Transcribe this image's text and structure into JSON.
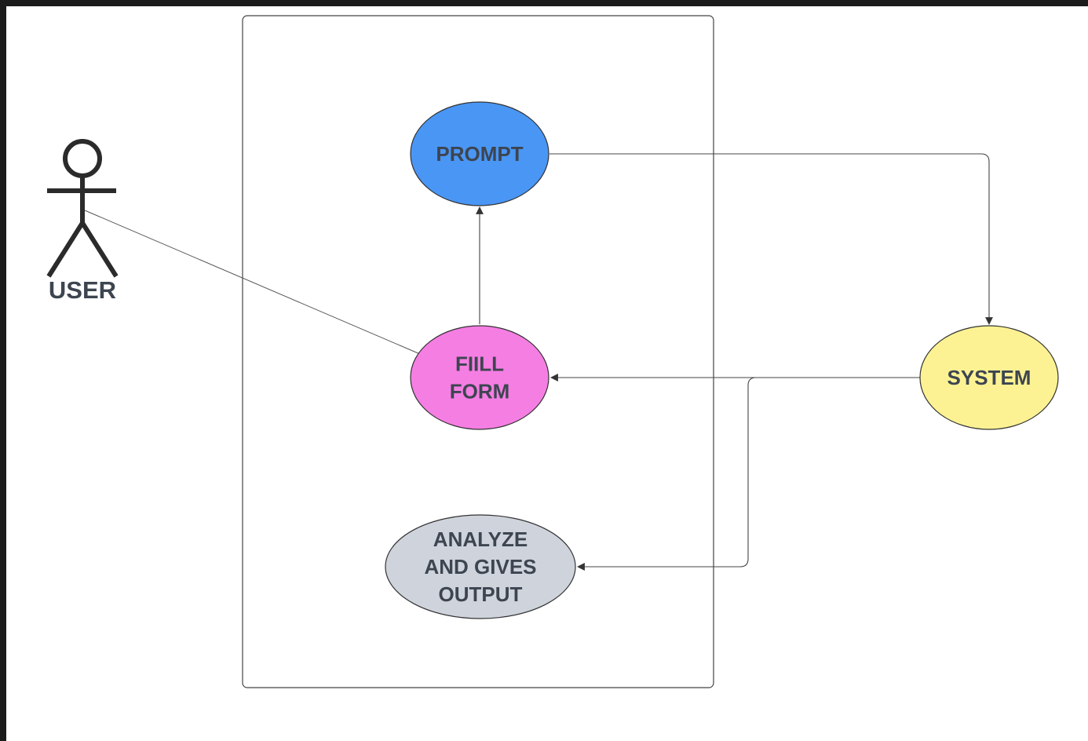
{
  "diagram": {
    "actor": {
      "label": "USER"
    },
    "nodes": {
      "prompt": {
        "lines": [
          "PROMPT"
        ],
        "fill": "#4a96f5"
      },
      "fillform": {
        "lines": [
          "FIILL",
          "FORM"
        ],
        "fill": "#f57ee3"
      },
      "analyze": {
        "lines": [
          "ANALYZE",
          "AND GIVES",
          "OUTPUT"
        ],
        "fill": "#ced3dc"
      },
      "system": {
        "lines": [
          "SYSTEM"
        ],
        "fill": "#fdf293"
      }
    },
    "colors": {
      "stroke": "#333333",
      "text": "#3d4550",
      "background": "#ffffff",
      "frame": "#1b1b1b"
    }
  }
}
